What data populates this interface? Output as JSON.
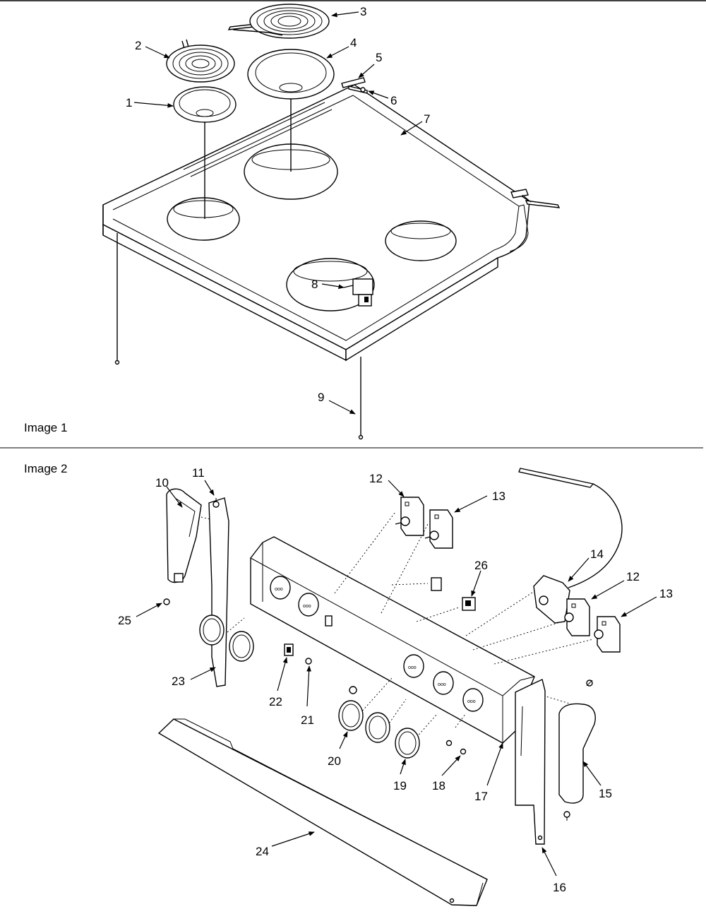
{
  "sections": [
    {
      "title": "Image 1"
    },
    {
      "title": "Image 2"
    }
  ],
  "callouts": {
    "c1": "1",
    "c2": "2",
    "c3": "3",
    "c4": "4",
    "c5": "5",
    "c6": "6",
    "c7": "7",
    "c8": "8",
    "c9": "9",
    "c10": "10",
    "c11": "11",
    "c12a": "12",
    "c12b": "12",
    "c13a": "13",
    "c13b": "13",
    "c14": "14",
    "c15": "15",
    "c16": "16",
    "c17": "17",
    "c18": "18",
    "c19": "19",
    "c20": "20",
    "c21": "21",
    "c22": "22",
    "c23": "23",
    "c24": "24",
    "c25": "25",
    "c26": "26"
  }
}
